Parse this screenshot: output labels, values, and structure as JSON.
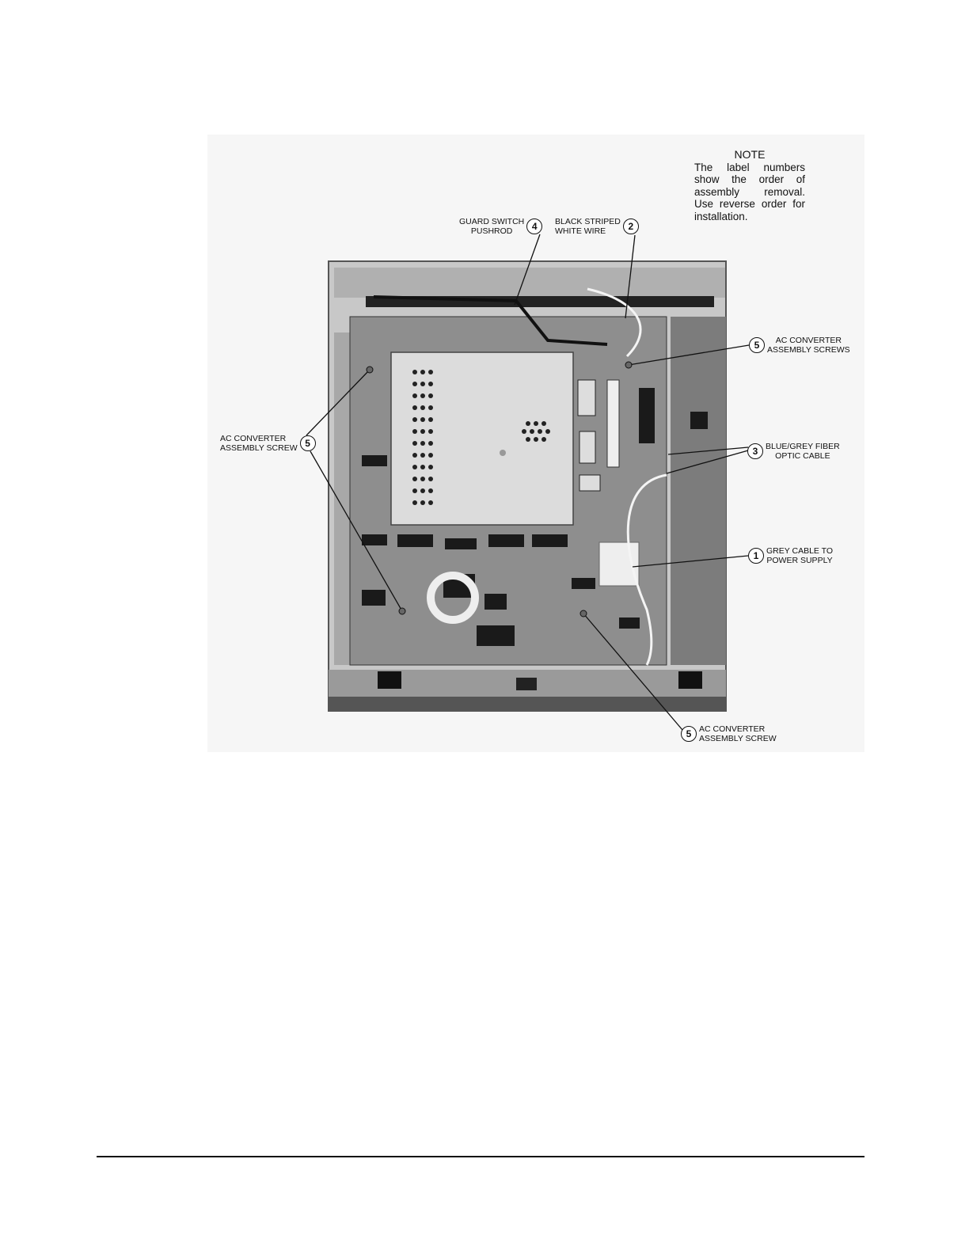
{
  "note": {
    "title": "NOTE",
    "body": "The label numbers show the order of assembly removal. Use reverse order for installation."
  },
  "callouts": {
    "guard_switch": {
      "number": "4",
      "line1": "GUARD SWITCH",
      "line2": "PUSHROD"
    },
    "black_wire": {
      "number": "2",
      "line1": "BLACK STRIPED",
      "line2": "WHITE WIRE"
    },
    "screws_right": {
      "number": "5",
      "line1": "AC CONVERTER",
      "line2": "ASSEMBLY SCREWS"
    },
    "screw_left": {
      "number": "5",
      "line1": "AC CONVERTER",
      "line2": "ASSEMBLY SCREW"
    },
    "fiber_cable": {
      "number": "3",
      "line1": "BLUE/GREY FIBER",
      "line2": "OPTIC CABLE"
    },
    "grey_cable": {
      "number": "1",
      "line1": "GREY CABLE TO",
      "line2": "POWER SUPPLY"
    },
    "screw_bottom": {
      "number": "5",
      "line1": "AC CONVERTER",
      "line2": "ASSEMBLY SCREW"
    }
  }
}
